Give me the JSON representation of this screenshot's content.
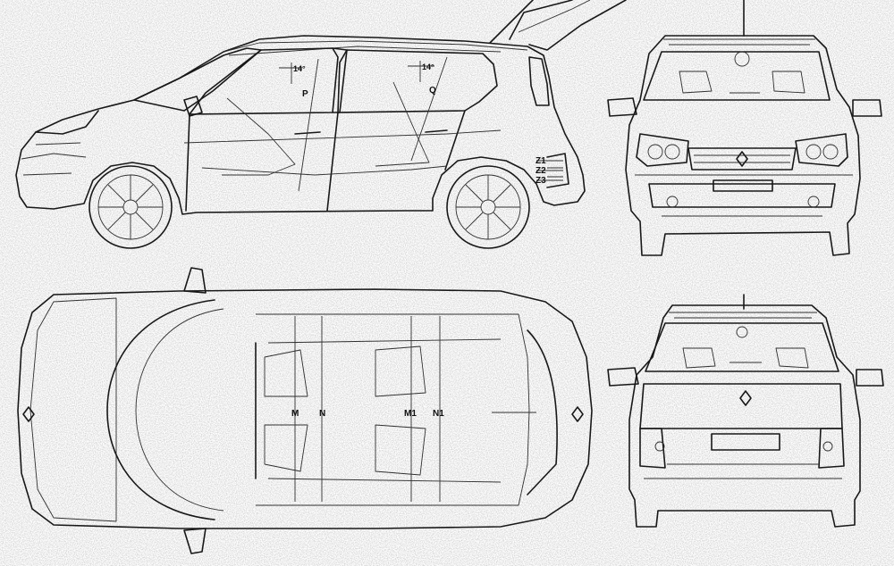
{
  "labels": {
    "angle_front": "14°",
    "angle_rear": "14°",
    "p": "P",
    "q": "Q",
    "z1": "Z1",
    "z2": "Z2",
    "z3": "Z3",
    "m": "M",
    "n": "N",
    "m1": "M1",
    "n1": "N1"
  }
}
